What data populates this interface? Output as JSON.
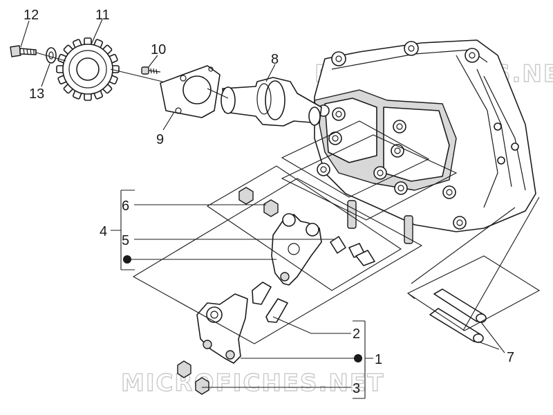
{
  "callouts": {
    "c1": "1",
    "c2": "2",
    "c3": "3",
    "c4": "4",
    "c5": "5",
    "c6": "6",
    "c7": "7",
    "c8": "8",
    "c9": "9",
    "c10": "10",
    "c11": "11",
    "c12": "12",
    "c13": "13"
  },
  "watermarks": {
    "top": "MICROFICHES.NET",
    "bottom": "MICROFICHES.NET"
  }
}
